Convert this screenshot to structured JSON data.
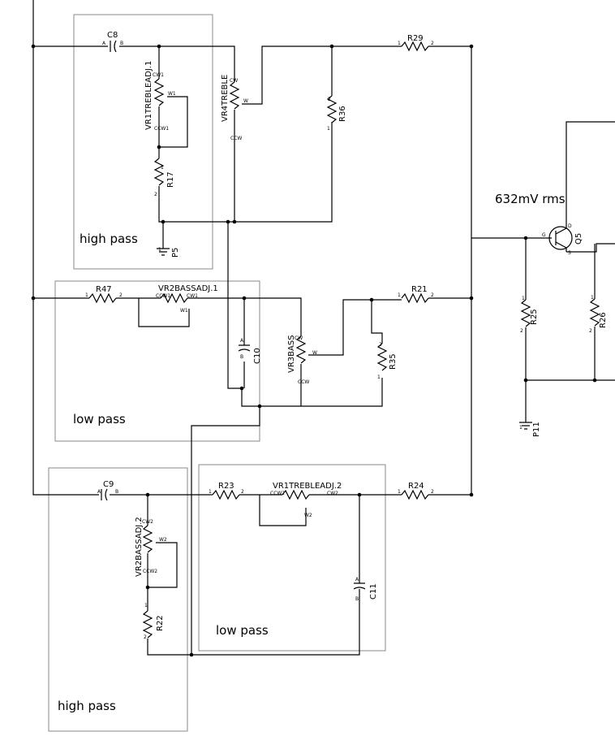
{
  "sections": {
    "hp1": "high pass",
    "lp1": "low pass",
    "lp2": "low pass",
    "hp2": "high pass"
  },
  "measurement": "632mV rms",
  "components": {
    "C8": "C8",
    "C9": "C9",
    "C10": "C10",
    "C11": "C11",
    "R17": "R17",
    "R21": "R21",
    "R22": "R22",
    "R23": "R23",
    "R24": "R24",
    "R25": "R25",
    "R26": "R26",
    "R29": "R29",
    "R35": "R35",
    "R36": "R36",
    "R47": "R47",
    "VR1": "VR1TREBLEADJ.1",
    "VR4": "VR4TREBLE",
    "VR2A": "VR2BASSADJ.1",
    "VR3": "VR3BASS",
    "VR1B": "VR1TREBLEADJ.2",
    "VR2B": "VR2BASSADJ.2",
    "Q5": "Q5",
    "P5": "P5",
    "P11": "P11"
  },
  "pins": {
    "one": "1",
    "two": "2",
    "A": "A",
    "B": "B",
    "ccw": "CCW",
    "cw": "CW",
    "w": "W",
    "ccw1": "CCW1",
    "cw1": "CW1",
    "w1": "W1",
    "ccw2": "CCW2",
    "cw2": "CW2",
    "w2": "W2",
    "D": "D",
    "S": "S",
    "G": "G"
  }
}
